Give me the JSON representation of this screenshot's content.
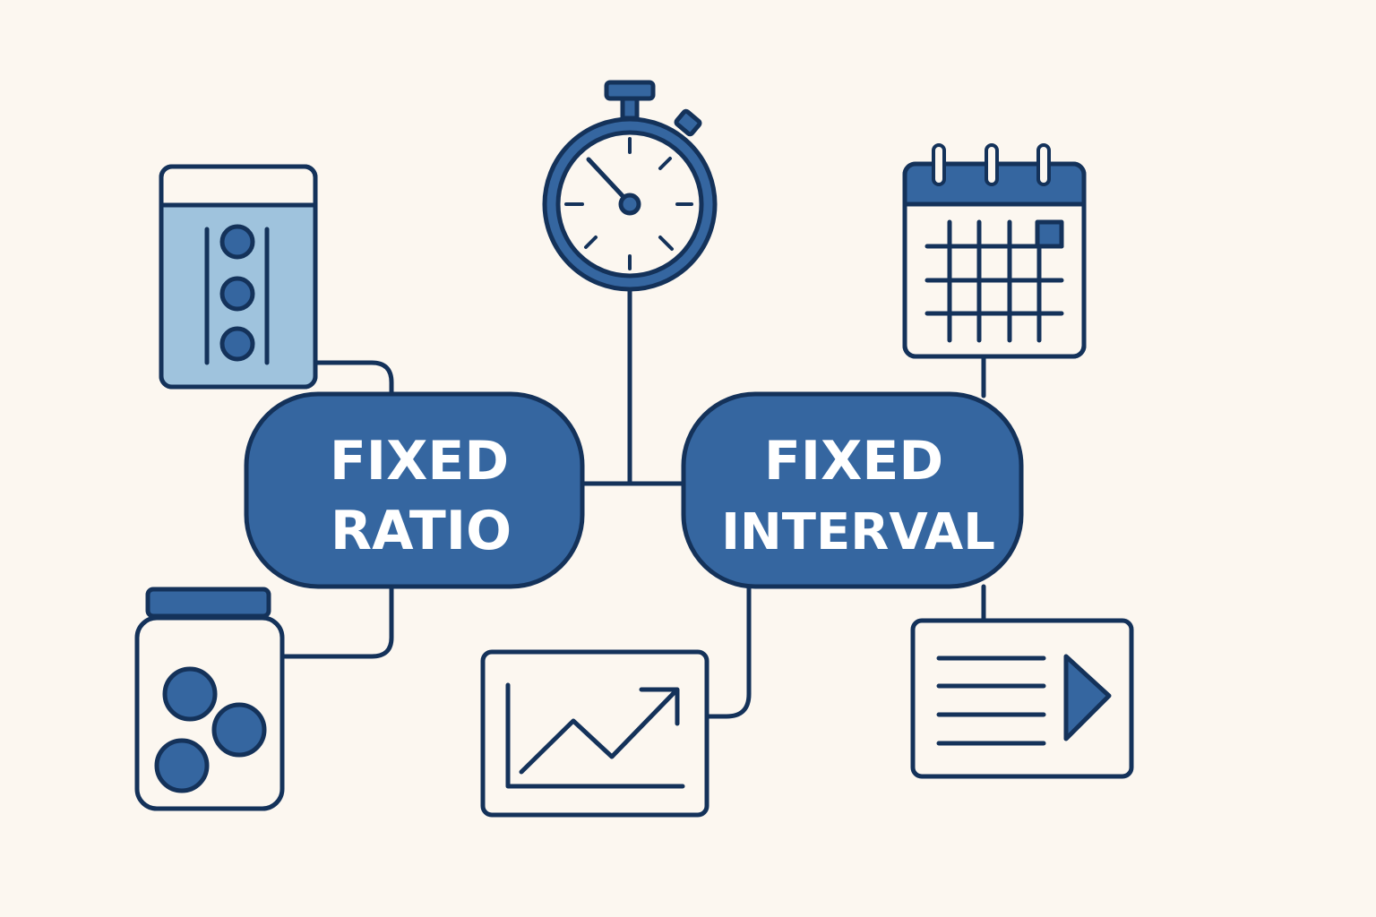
{
  "nodes": {
    "fixed_ratio": {
      "line1": "FIXED",
      "line2": "RATIO"
    },
    "fixed_interval": {
      "line1": "FIXED",
      "line2": "INTERVAL"
    }
  },
  "icons": [
    "dispenser-icon",
    "jar-icon",
    "stopwatch-icon",
    "calendar-icon",
    "chart-icon",
    "video-document-icon"
  ],
  "colors": {
    "background": "#fcf7f0",
    "outline": "#14325a",
    "primary": "#3566a0",
    "light": "#9fc3dd"
  }
}
